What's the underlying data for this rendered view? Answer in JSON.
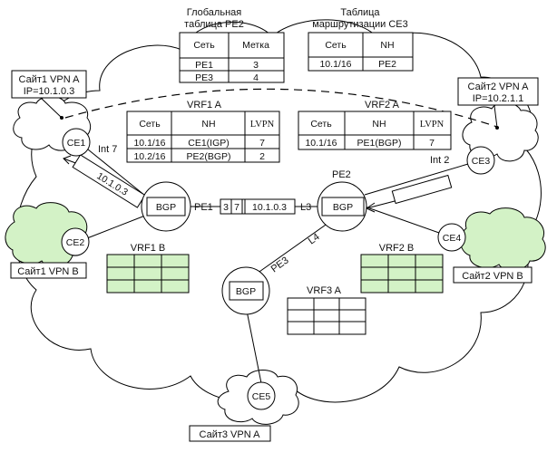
{
  "global_table": {
    "title_line1": "Глобальная",
    "title_line2": "таблица PE2",
    "headers": [
      "Сеть",
      "Метка"
    ],
    "rows": [
      [
        "PE1",
        "3"
      ],
      [
        "PE3",
        "4"
      ]
    ]
  },
  "ce3_table": {
    "title_line1": "Таблица",
    "title_line2": "маршрутизации CE3",
    "headers": [
      "Сеть",
      "NH"
    ],
    "rows": [
      [
        "10.1/16",
        "PE2"
      ]
    ]
  },
  "vrf1a": {
    "title": "VRF1 A",
    "headers": [
      "Сеть",
      "NH",
      "LVPN"
    ],
    "rows": [
      [
        "10.1/16",
        "CE1(IGP)",
        "7"
      ],
      [
        "10.2/16",
        "PE2(BGP)",
        "2"
      ]
    ]
  },
  "vrf2a": {
    "title": "VRF2 A",
    "headers": [
      "Сеть",
      "NH",
      "LVPN"
    ],
    "rows": [
      [
        "10.1/16",
        "PE1(BGP)",
        "7"
      ]
    ]
  },
  "callouts": {
    "site1a_line1": "Сайт1 VPN A",
    "site1a_line2": "IP=10.1.0.3",
    "site2a_line1": "Сайт2 VPN A",
    "site2a_line2": "IP=10.2.1.1",
    "site1b": "Сайт1 VPN B",
    "site2b": "Сайт2 VPN B",
    "site3a": "Сайт3 VPN A"
  },
  "nodes": {
    "ce1": "CE1",
    "ce2": "CE2",
    "ce3": "CE3",
    "ce4": "CE4",
    "ce5": "CE5",
    "pe2": "PE2",
    "bgp": "BGP"
  },
  "links": {
    "int7": "Int 7",
    "int2": "Int 2",
    "pe1": "PE1",
    "l3": "L3",
    "l4": "L4",
    "pe3": "PE3"
  },
  "packets": {
    "p1_addr": "10.1.0.3",
    "p2_label1": "3",
    "p2_label2": "7",
    "p2_addr": "10.1.0.3"
  },
  "vrf_labels": {
    "vrf1b": "VRF1 B",
    "vrf2b": "VRF2 B",
    "vrf3a": "VRF3 A"
  }
}
